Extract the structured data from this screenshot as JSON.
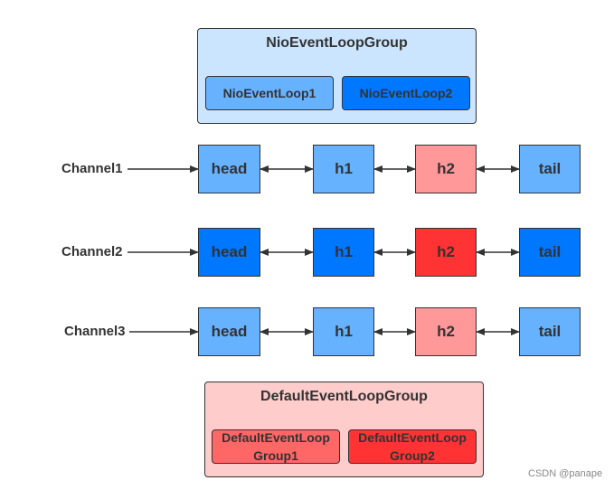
{
  "nio_group": {
    "title": "NioEventLoopGroup",
    "loops": [
      "NioEventLoop1",
      "NioEventLoop2"
    ]
  },
  "channels": [
    {
      "label": "Channel1",
      "nodes": [
        "head",
        "h1",
        "h2",
        "tail"
      ]
    },
    {
      "label": "Channel2",
      "nodes": [
        "head",
        "h1",
        "h2",
        "tail"
      ]
    },
    {
      "label": "Channel3",
      "nodes": [
        "head",
        "h1",
        "h2",
        "tail"
      ]
    }
  ],
  "default_group": {
    "title": "DefaultEventLoopGroup",
    "groups": [
      "DefaultEventLoopGroup1",
      "DefaultEventLoopGroup2"
    ]
  },
  "watermark": "CSDN @panape",
  "colors": {
    "nio_group_bg": "#cce5ff",
    "nio_light": "#66b2ff",
    "nio_dark": "#0077ff",
    "default_group_bg": "#ffcccc",
    "h2_light": "#ff9999",
    "h2_dark": "#ff3333",
    "default_light": "#ff6666"
  }
}
